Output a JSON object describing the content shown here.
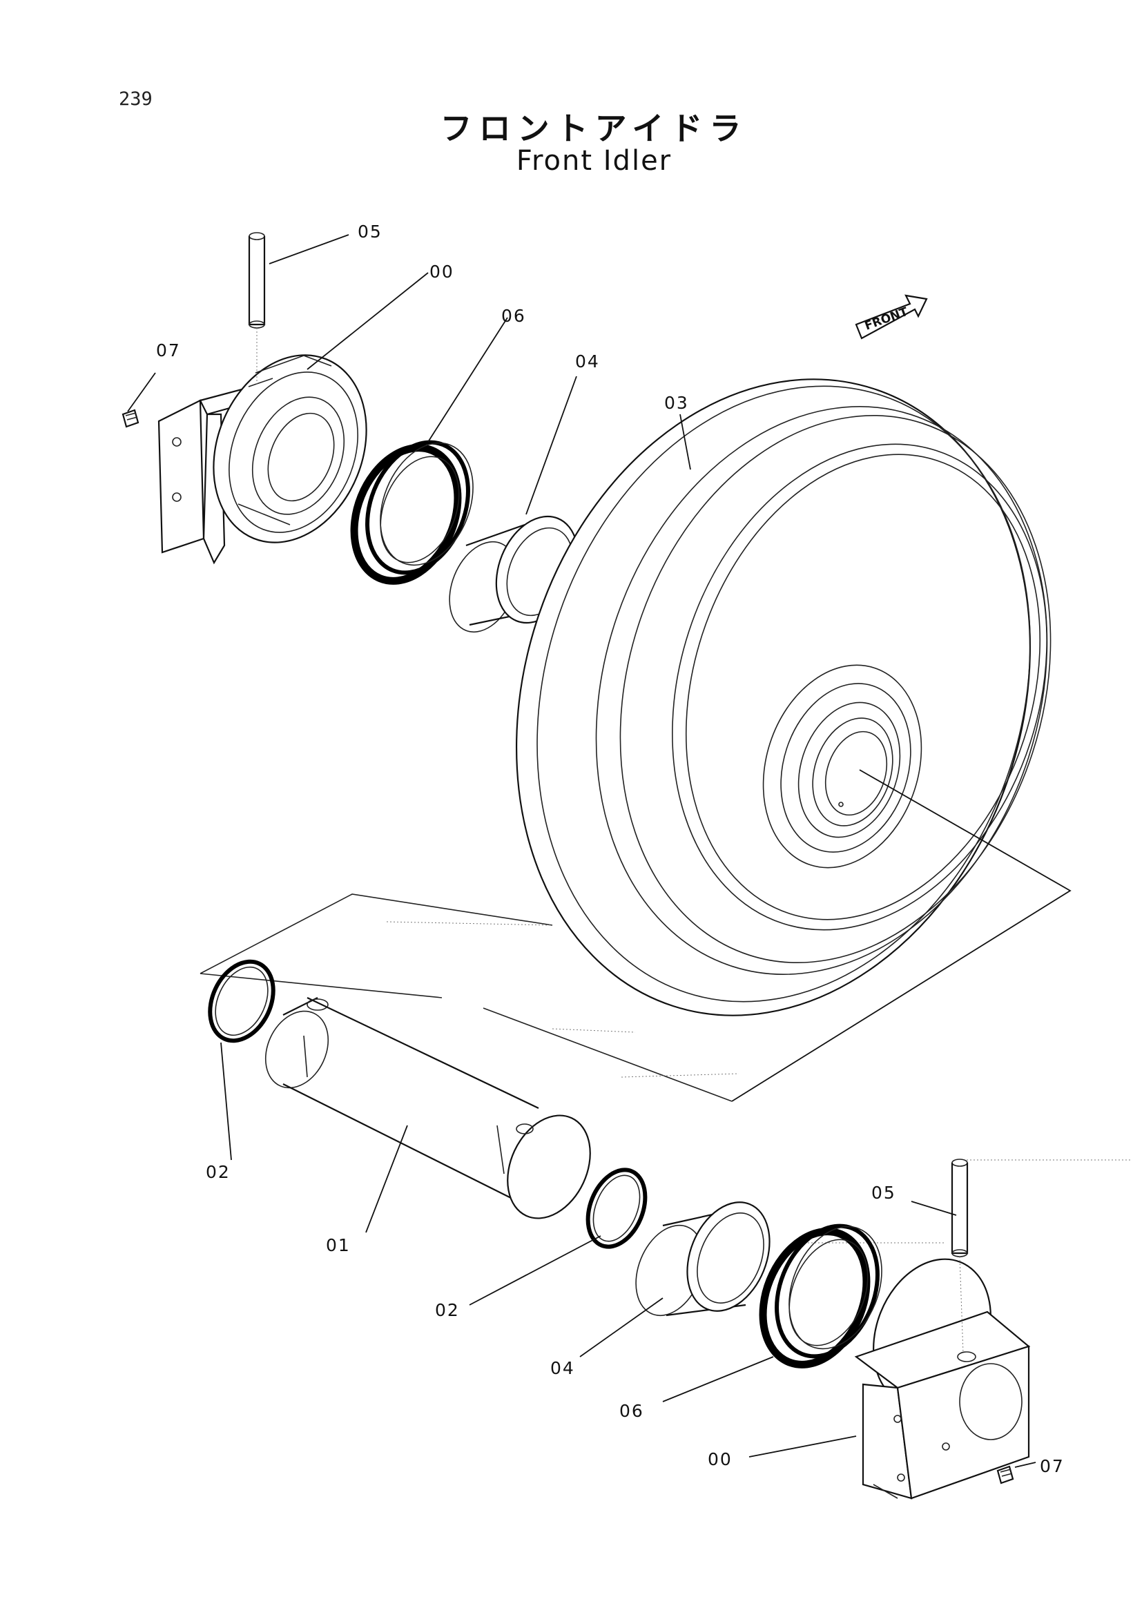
{
  "page_number": "239",
  "title_jp": "フロントアイドラ",
  "title_en": "Front Idler",
  "front_tag": "FRONT",
  "callouts": [
    {
      "id": "c-05-top",
      "label": "05"
    },
    {
      "id": "c-00-top",
      "label": "00"
    },
    {
      "id": "c-06-top",
      "label": "06"
    },
    {
      "id": "c-07-top",
      "label": "07"
    },
    {
      "id": "c-04-top",
      "label": "04"
    },
    {
      "id": "c-03",
      "label": "03"
    },
    {
      "id": "c-02-left",
      "label": "02"
    },
    {
      "id": "c-01",
      "label": "01"
    },
    {
      "id": "c-02-mid",
      "label": "02"
    },
    {
      "id": "c-04-bottom",
      "label": "04"
    },
    {
      "id": "c-06-bottom",
      "label": "06"
    },
    {
      "id": "c-05-bottom",
      "label": "05"
    },
    {
      "id": "c-00-bottom",
      "label": "00"
    },
    {
      "id": "c-07-bottom",
      "label": "07"
    }
  ]
}
